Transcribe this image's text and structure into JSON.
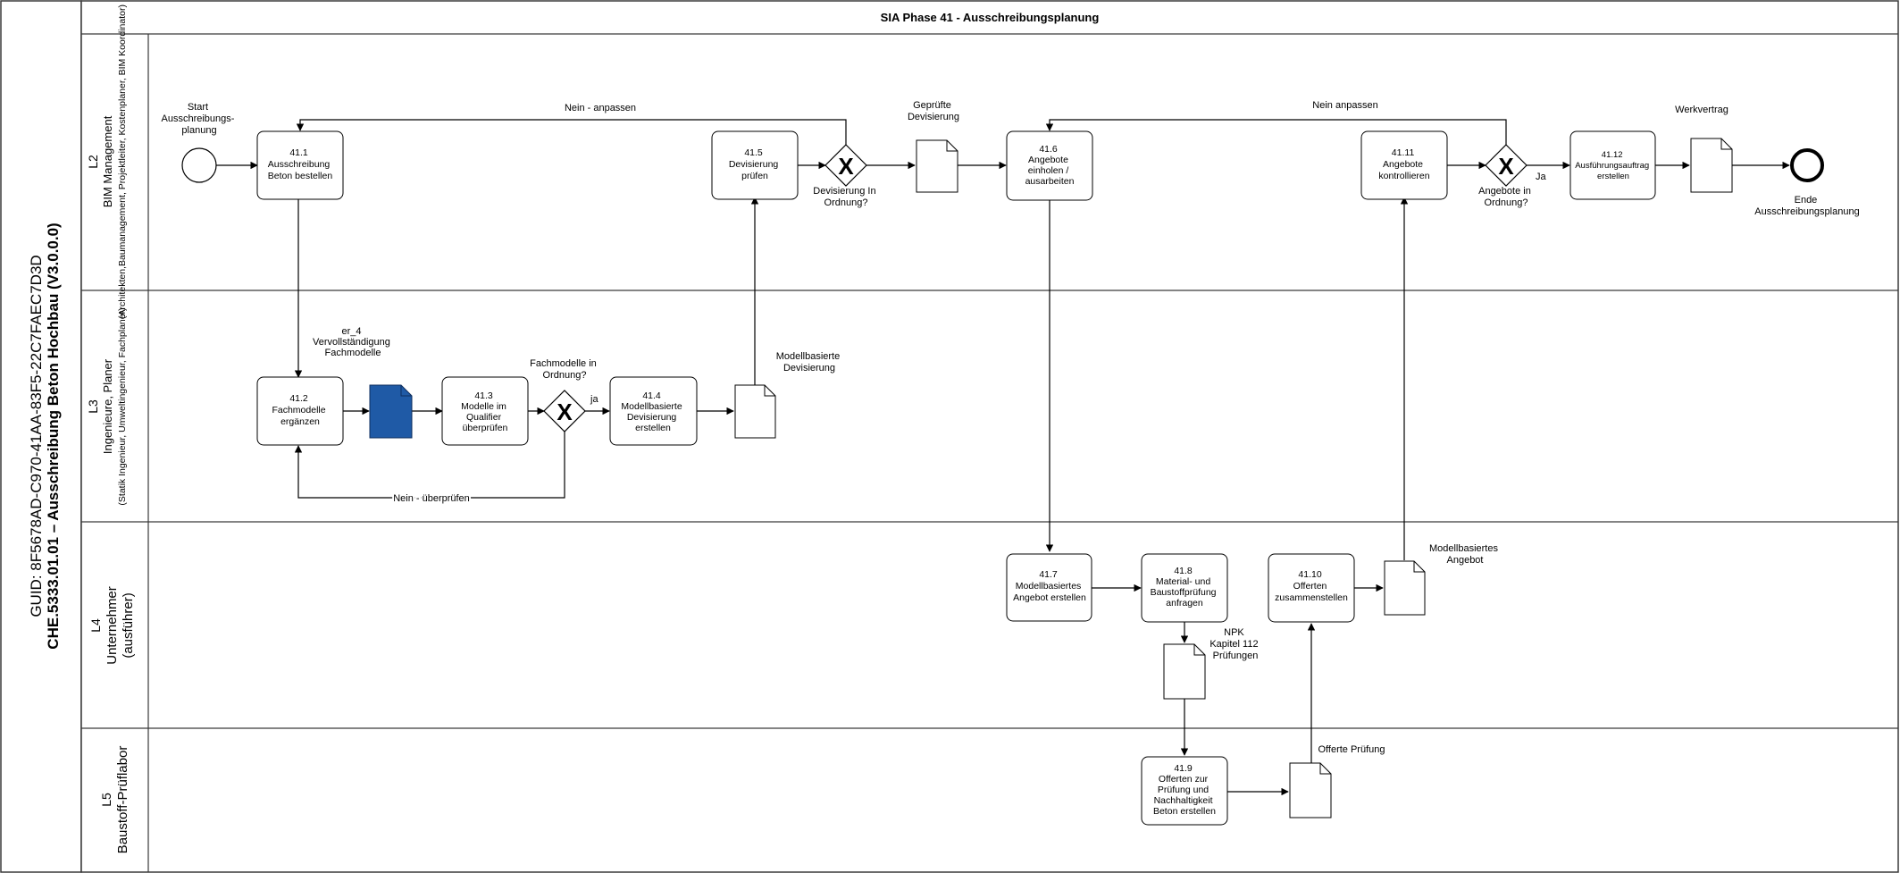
{
  "pool": {
    "title": "SIA Phase 41 - Ausschreibungsplanung",
    "side_guid": "GUID: 8F5678AD-C970-41AA-83F5-22C7FAEC7D3D",
    "side_name": "CHE.5333.01.01 – Ausschreibung Beton Hochbau (V3.0.0.0)"
  },
  "lanes": [
    {
      "id": "L2",
      "code": "L2",
      "name": "BIM Management",
      "detail": "(Architekten,Baumanagement, Projektleiter, Kostenplaner, BIM Koordinator)"
    },
    {
      "id": "L3",
      "code": "L3",
      "name": "Ingenieure, Planer",
      "detail": "(Statik Ingenieur, Umweltingenieur, Fachplaner)"
    },
    {
      "id": "L4",
      "code": "L4",
      "name": "Unternehmer",
      "detail": "(ausführer)"
    },
    {
      "id": "L5",
      "code": "L5",
      "name": "Baustoff-Prüflabor",
      "detail": ""
    }
  ],
  "tasks": {
    "t41_1": [
      "41.1",
      "Ausschreibung",
      "Beton bestellen"
    ],
    "t41_2": [
      "41.2",
      "Fachmodelle",
      "ergänzen"
    ],
    "t41_3": [
      "41.3",
      "Modelle im",
      "Qualifier",
      "überprüfen"
    ],
    "t41_4": [
      "41.4",
      "Modellbasierte",
      "Devisierung",
      "erstellen"
    ],
    "t41_5": [
      "41.5",
      "Devisierung",
      "prüfen"
    ],
    "t41_6": [
      "41.6",
      "Angebote",
      "einholen /",
      "ausarbeiten"
    ],
    "t41_7": [
      "41.7",
      "Modellbasiertes",
      "Angebot erstellen"
    ],
    "t41_8": [
      "41.8",
      "Material- und",
      "Baustoffprüfung",
      "anfragen"
    ],
    "t41_9": [
      "41.9",
      "Offerten zur",
      "Prüfung und",
      "Nachhaltigkeit",
      "Beton erstellen"
    ],
    "t41_10": [
      "41.10",
      "Offerten",
      "zusammenstellen"
    ],
    "t41_11": [
      "41.11",
      "Angebote",
      "kontrollieren"
    ],
    "t41_12": [
      "41.12",
      "Ausführungsauftrag",
      "erstellen"
    ]
  },
  "events": {
    "start": [
      "Start",
      "Ausschreibungs-",
      "planung"
    ],
    "end": [
      "Ende",
      "Ausschreibungsplanung"
    ]
  },
  "gateways": {
    "g_fach": [
      "Fachmodelle in",
      "Ordnung?"
    ],
    "g_devis": [
      "Devisierung In",
      "Ordnung?"
    ],
    "g_angebote": [
      "Angebote in",
      "Ordnung?"
    ]
  },
  "documents": {
    "d_er4": [
      "er_4",
      "Vervollständigung",
      "Fachmodelle"
    ],
    "d_modelldevis": [
      "Modellbasierte",
      "Devisierung"
    ],
    "d_gepruefte": [
      "Geprüfte",
      "Devisierung"
    ],
    "d_werkvertrag": [
      "Werkvertrag"
    ],
    "d_modellangebot": [
      "Modellbasiertes",
      "Angebot"
    ],
    "d_npk": [
      "NPK",
      "Kapitel 112",
      "Prüfungen"
    ],
    "d_offerte": [
      "Offerte Prüfung"
    ]
  },
  "flow_labels": {
    "ja_fach": "ja",
    "nein_ueberpruefen": "Nein - überprüfen",
    "nein_anpassen_devis": "Nein - anpassen",
    "nein_anpassen_angebote": "Nein anpassen",
    "ja_angebote": "Ja"
  },
  "colors": {
    "line": "#000000",
    "lane_border": "#3a3a3a",
    "doc_filled": "#1f5aa6",
    "background": "#ffffff"
  }
}
